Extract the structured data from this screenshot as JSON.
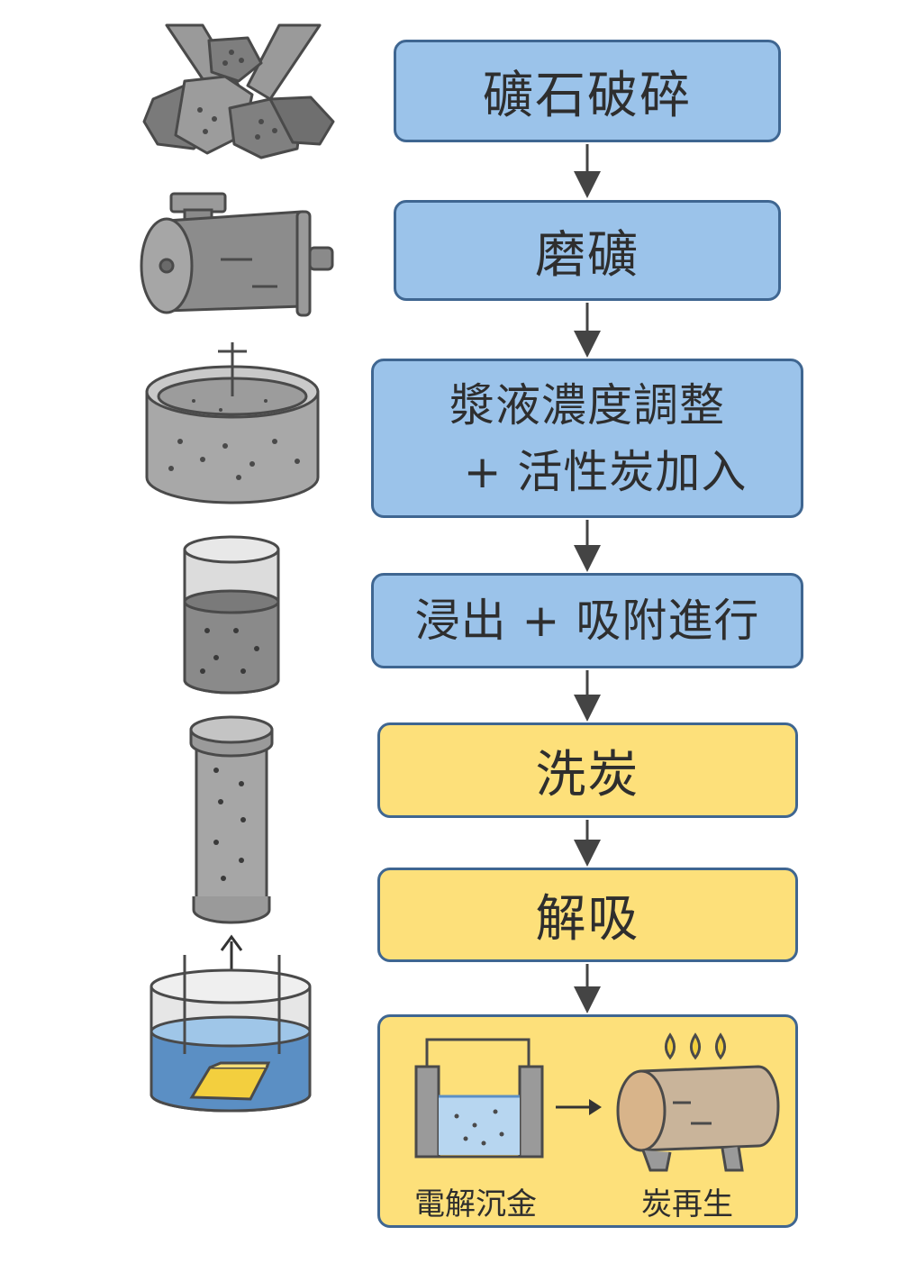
{
  "steps": [
    {
      "label": "礦石破碎",
      "color": "blue"
    },
    {
      "label": "磨礦",
      "color": "blue"
    },
    {
      "label_line1": "漿液濃度調整",
      "label_line2": "+ 活性炭加入",
      "color": "blue"
    },
    {
      "label": "浸出 + 吸附進行",
      "color": "blue"
    },
    {
      "label": "洗炭",
      "color": "yellow"
    },
    {
      "label": "解吸",
      "color": "yellow"
    }
  ],
  "final_box": {
    "left_label": "電解沉金",
    "right_label": "炭再生"
  },
  "colors": {
    "blue_fill": "#9bc3ea",
    "yellow_fill": "#fde07a",
    "border": "#3f6691",
    "gray": "#8c8c8c",
    "gold": "#f3cf3e"
  },
  "icons": [
    "ore-crusher-icon",
    "ball-mill-icon",
    "slurry-tank-icon",
    "leach-tank-icon",
    "carbon-column-icon",
    "electrowinning-cell-icon",
    "regeneration-kiln-icon"
  ]
}
